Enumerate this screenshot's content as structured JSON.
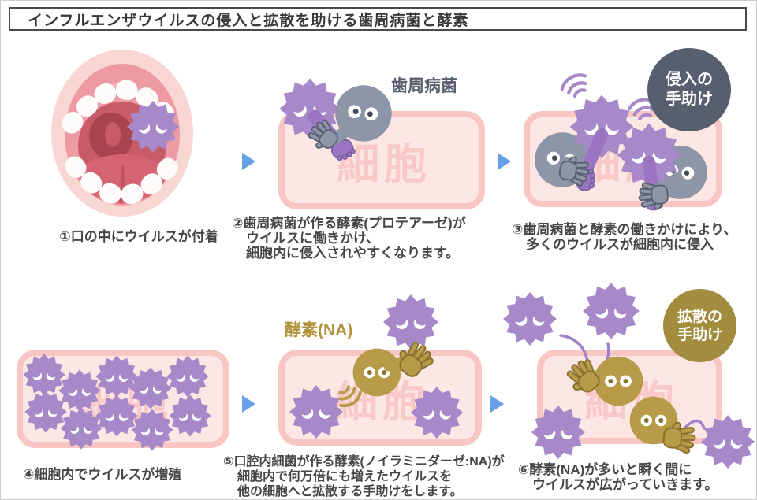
{
  "title": "インフルエンザウイルスの侵入と拡散を助ける歯周病菌と酵素",
  "cell_label": "細胞",
  "labels": {
    "periodontal_bacteria": "歯周病菌",
    "enzyme_na": "酵素(NA)"
  },
  "badges": {
    "invasion": {
      "line1": "侵入の",
      "line2": "手助け"
    },
    "spread": {
      "line1": "拡散の",
      "line2": "手助け"
    }
  },
  "steps": [
    {
      "lines": [
        "①口の中にウイルスが付着"
      ]
    },
    {
      "lines": [
        "②歯周病菌が作る酵素(プロテアーゼ)が",
        "ウイルスに働きかけ、",
        "細胞内に侵入されやすくなります。"
      ]
    },
    {
      "lines": [
        "③歯周病菌と酵素の働きかけにより、",
        "多くのウイルスが細胞内に侵入"
      ]
    },
    {
      "lines": [
        "④細胞内でウイルスが増殖"
      ]
    },
    {
      "lines": [
        "⑤口腔内細菌が作る酵素(ノイラミニダーゼ:NA)が",
        "細胞内で何万倍にも増えたウイルスを",
        "他の細胞へと拡散する手助けをします。"
      ]
    },
    {
      "lines": [
        "⑥酵素(NA)が多いと瞬く間に",
        "ウイルスが広がっていきます。"
      ]
    }
  ],
  "icons": {
    "flow_arrow": "right-triangle",
    "virus": "spiky-virus",
    "bacterium": "round-gray-bacterium",
    "enzyme": "round-gold-enzyme",
    "mouth": "open-mouth"
  },
  "colors": {
    "virus_purple": "#a788c9",
    "bacteria_gray": "#8d95a8",
    "enzyme_gold": "#b79b48",
    "cell_border_pink": "#f8c6c3",
    "cell_fill_pink": "#fce7e5",
    "cell_label_pink": "#f8c9c6",
    "invasion_badge_bg": "#575e6e",
    "spread_badge_bg": "#a28c3e",
    "arrow_blue": "#68a0e8",
    "caption_text": "#454545"
  }
}
